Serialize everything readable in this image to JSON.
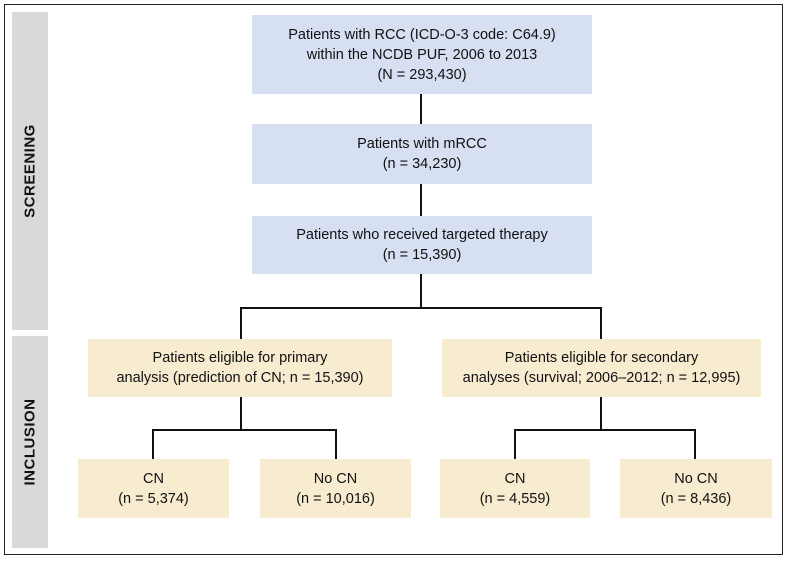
{
  "sections": {
    "screening": "SCREENING",
    "inclusion": "INCLUSION"
  },
  "boxes": {
    "all_patients": {
      "line1": "Patients with RCC (ICD-O-3 code: C64.9)",
      "line2": "within the NCDB PUF, 2006 to 2013",
      "line3": "(N = 293,430)"
    },
    "mrcc": {
      "line1": "Patients with mRCC",
      "line2": "(n = 34,230)"
    },
    "targeted": {
      "line1": "Patients who received targeted therapy",
      "line2": "(n = 15,390)"
    },
    "primary": {
      "line1": "Patients eligible for primary",
      "line2": "analysis (prediction of CN; n = 15,390)"
    },
    "secondary": {
      "line1": "Patients eligible for secondary",
      "line2": "analyses (survival; 2006–2012; n = 12,995)"
    },
    "primary_cn": {
      "line1": "CN",
      "line2": "(n = 5,374)"
    },
    "primary_no_cn": {
      "line1": "No CN",
      "line2": "(n = 10,016)"
    },
    "secondary_cn": {
      "line1": "CN",
      "line2": "(n = 4,559)"
    },
    "secondary_no_cn": {
      "line1": "No CN",
      "line2": "(n = 8,436)"
    }
  },
  "colors": {
    "screening_box": "#d7dff2",
    "inclusion_box": "#f7ecd0",
    "side_bar": "#d9d9d9"
  }
}
